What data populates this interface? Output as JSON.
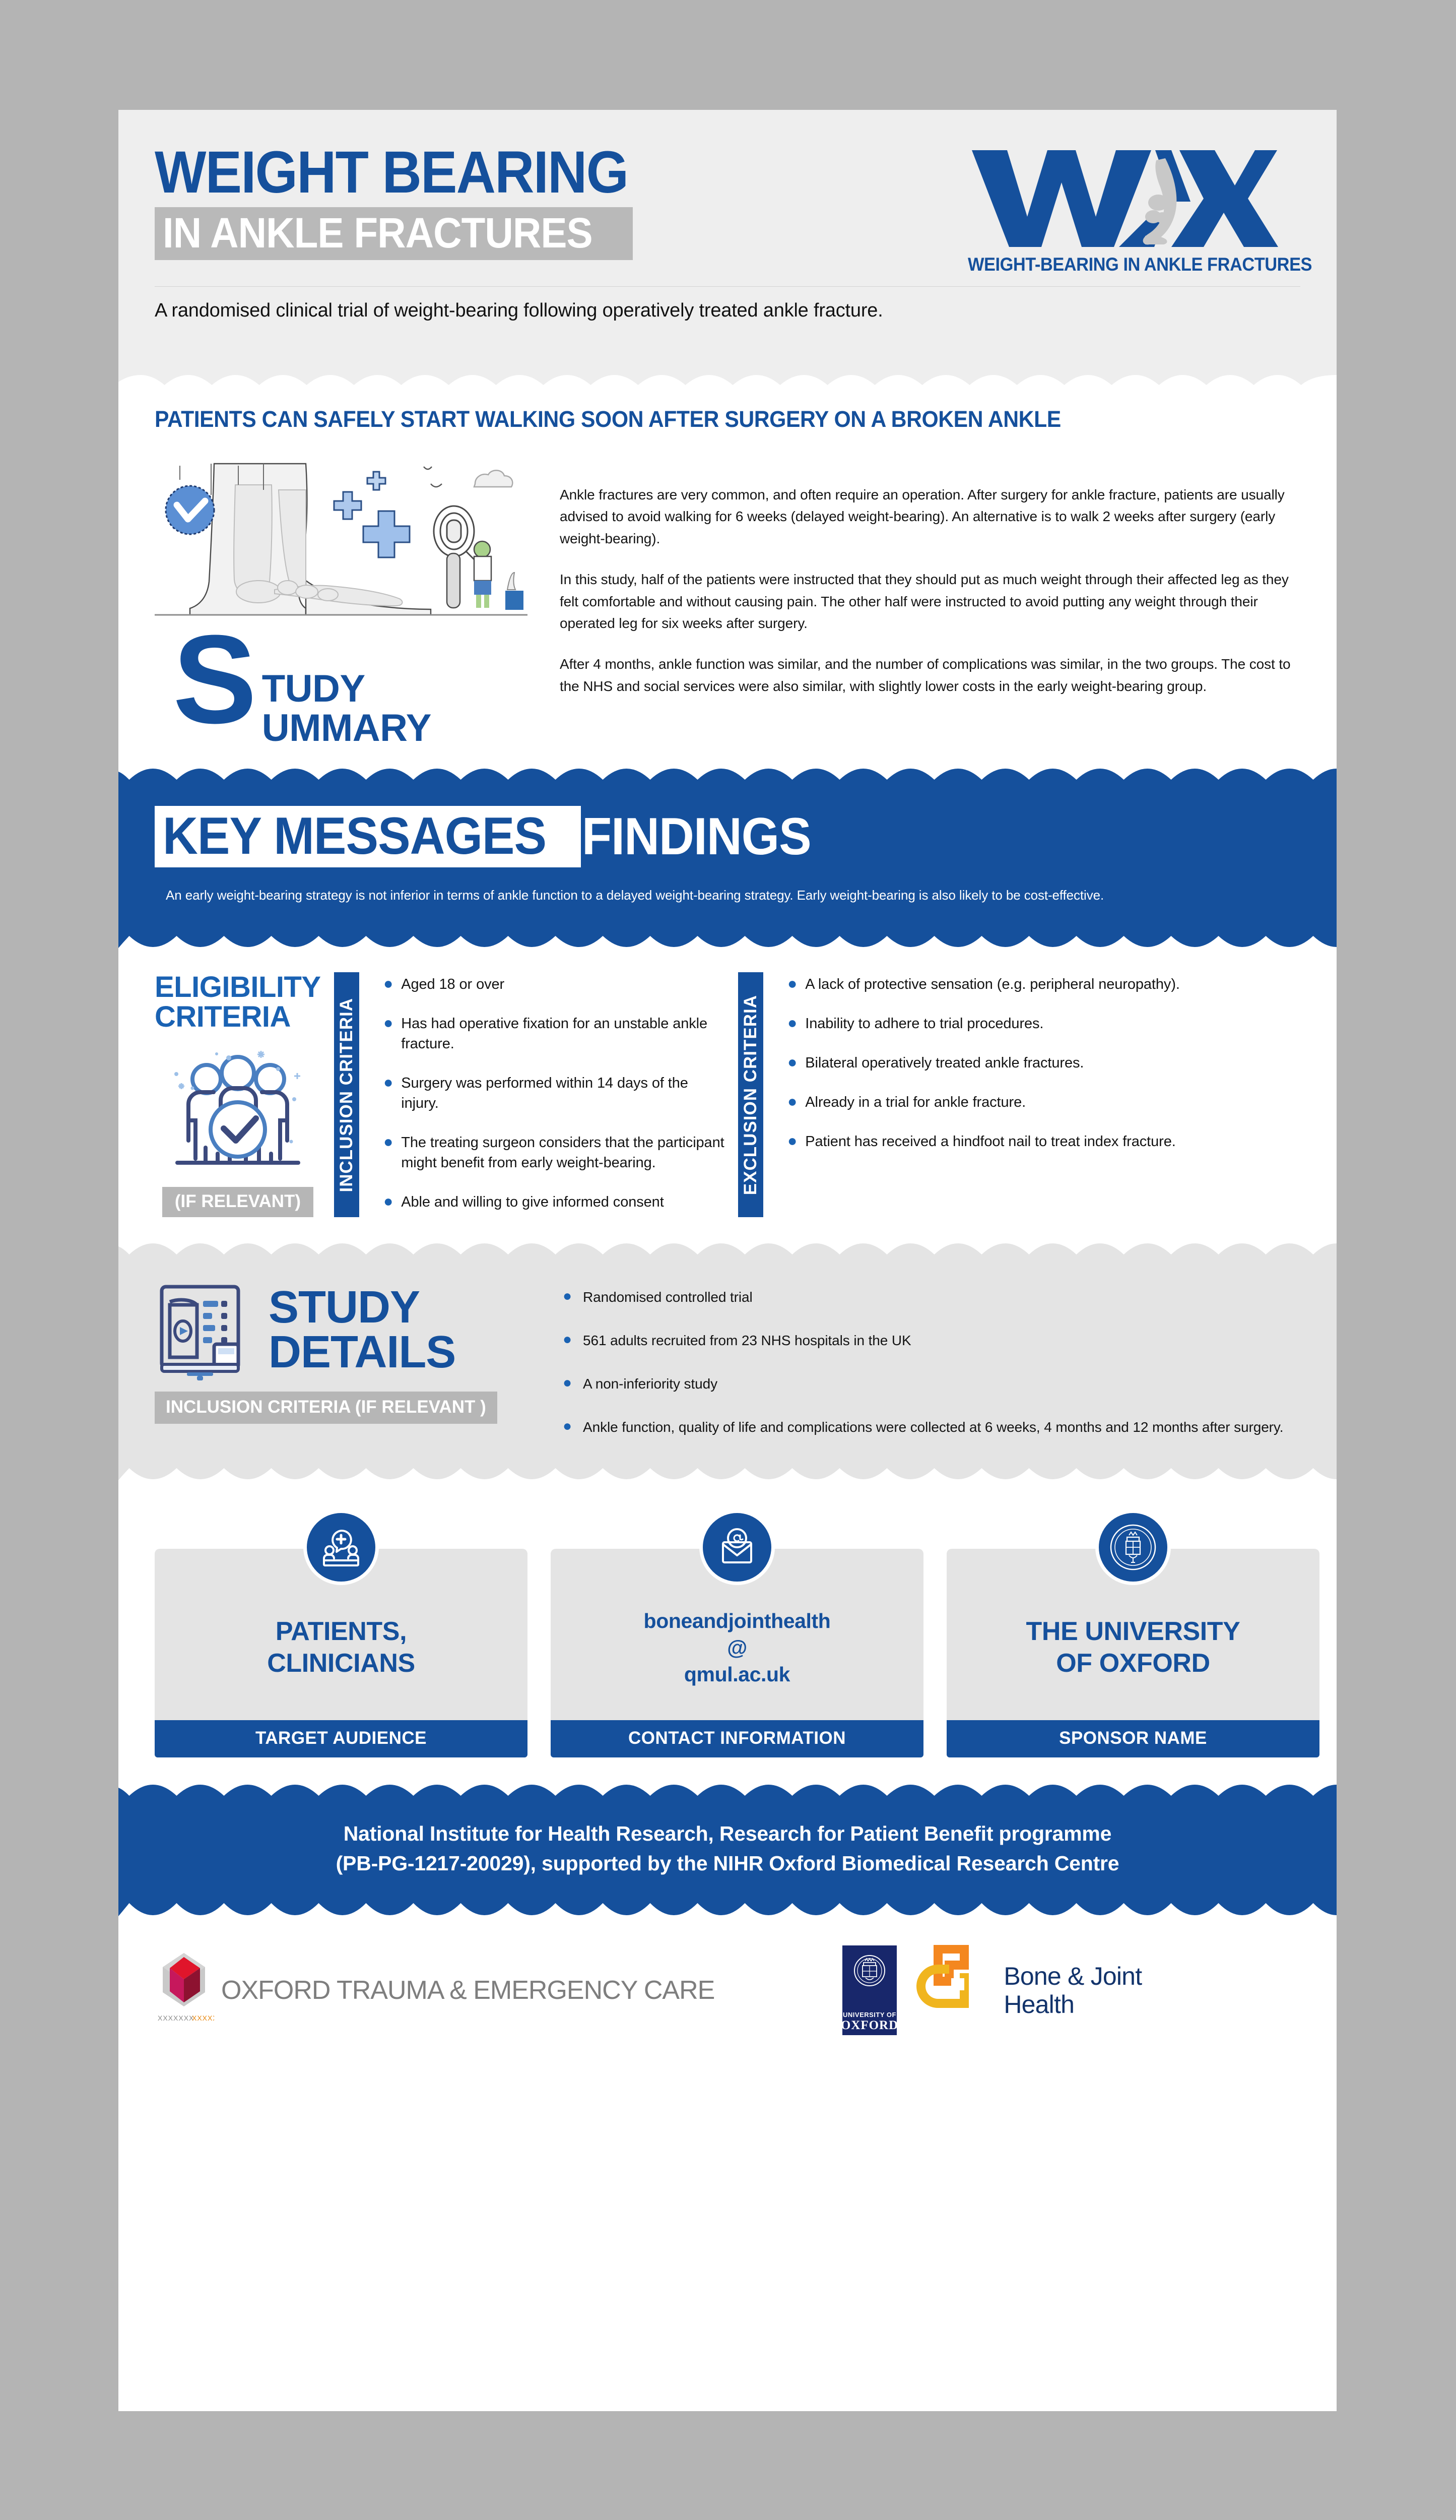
{
  "header": {
    "title_line1": "WEIGHT BEARING",
    "title_line2": "IN ANKLE FRACTURES",
    "logo_letters": "WAX",
    "logo_subtitle": "WEIGHT-BEARING IN ANKLE FRACTURES",
    "subtitle": "A randomised clinical trial of weight-bearing following operatively treated ankle fracture."
  },
  "summary": {
    "heading": "PATIENTS CAN SAFELY START WALKING SOON AFTER SURGERY ON A BROKEN ANKLE",
    "dropcap": "S",
    "label_line1": "TUDY",
    "label_line2": "UMMARY",
    "paragraphs": [
      "Ankle fractures are very common, and often require an operation. After surgery for ankle fracture, patients are usually advised to avoid walking for 6 weeks (delayed weight-bearing). An alternative is to walk 2 weeks after surgery (early weight-bearing).",
      "In this study, half of the patients were instructed that they should put as much weight through their affected leg as they felt comfortable and without causing pain. The other half were instructed to avoid putting any weight through their operated leg for six weeks after surgery.",
      "After 4 months, ankle function was similar, and the number of complications was similar, in the two groups. The cost to the NHS and social services were also similar, with slightly lower costs in the early weight-bearing group."
    ]
  },
  "key_messages": {
    "title_boxed": "KEY MESSAGES",
    "title_plain": "FINDINGS",
    "body": "An early weight-bearing strategy is not inferior in terms of ankle function to a delayed weight-bearing strategy. Early weight-bearing is also likely to be cost-effective."
  },
  "eligibility": {
    "title_line1": "ELIGIBILITY",
    "title_line2": "CRITERIA",
    "if_relevant_chip": "(IF RELEVANT)",
    "inclusion_label": "INCLUSION CRITERIA",
    "exclusion_label": "EXCLUSION CRITERIA",
    "inclusion_items": [
      "Aged 18 or over",
      "Has had operative fixation for an unstable ankle fracture.",
      "Surgery was performed within 14 days of the injury.",
      "The treating surgeon considers that the participant might benefit from early weight-bearing.",
      "Able and willing to give informed consent"
    ],
    "exclusion_items": [
      "A lack of protective sensation (e.g. peripheral neuropathy).",
      "Inability to adhere to trial procedures.",
      "Bilateral operatively treated ankle fractures.",
      "Already in a trial for ankle fracture.",
      "Patient has received a hindfoot nail to treat index fracture."
    ]
  },
  "study_details": {
    "title_line1": "STUDY",
    "title_line2": "DETAILS",
    "chip": "INCLUSION CRITERIA  (IF RELEVANT )",
    "items": [
      "Randomised controlled trial",
      "561 adults recruited from 23 NHS hospitals in the UK",
      "A non-inferiority study",
      "Ankle function, quality of life and complications were collected at 6 weeks, 4 months and 12 months after surgery."
    ]
  },
  "cards": [
    {
      "icon": "patients-clinicians-icon",
      "text_line1": "PATIENTS,",
      "text_line2": "CLINICIANS",
      "footer": "TARGET  AUDIENCE"
    },
    {
      "icon": "email-envelope-icon",
      "text_line1": "boneandjointhealth",
      "text_line2": "@",
      "text_line3": "qmul.ac.uk",
      "footer": "CONTACT INFORMATION"
    },
    {
      "icon": "oxford-crest-icon",
      "text_line1": "THE UNIVERSITY",
      "text_line2": "OF OXFORD",
      "footer": "SPONSOR NAME"
    }
  ],
  "funding": {
    "line1": "National Institute for Health Research, Research for Patient Benefit programme",
    "line2": "(PB-PG-1217-20029), supported by the NIHR Oxford Biomedical Research Centre"
  },
  "logos": {
    "oxford_trauma": "OXFORD TRAUMA & EMERGENCY CARE",
    "oxford_trauma_sub": "XXXXXXX | XXXXXX",
    "university_line1": "UNIVERSITY OF",
    "university_line2": "OXFORD",
    "bjh_line1": "Bone & Joint",
    "bjh_line2": "Health"
  },
  "colors": {
    "brand_blue": "#15509c",
    "light_blue": "#1a62b3",
    "page_bg": "#b4b4b4",
    "header_bg": "#eeeeee",
    "panel_gray": "#e4e4e4",
    "chip_gray": "#b6b6b6"
  }
}
